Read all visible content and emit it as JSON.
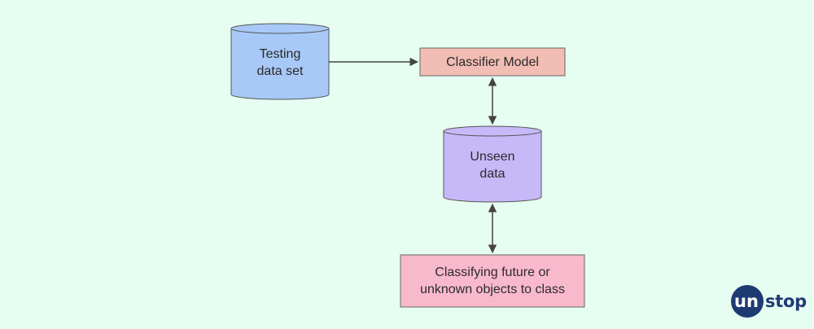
{
  "nodes": {
    "testing": "Testing\ndata set",
    "classifier": "Classifier Model",
    "unseen": "Unseen\ndata",
    "classifying": "Classifying future or\nunknown objects to class"
  },
  "logo": {
    "first": "un",
    "rest": "stop"
  },
  "colors": {
    "background": "#e6fdf1",
    "testing_fill": "#a8c9f7",
    "classifier_fill": "#f2bdb4",
    "unseen_fill": "#c6b9f8",
    "classifying_fill": "#f9b9cd",
    "stroke": "#555555",
    "logo": "#1f3a73"
  }
}
